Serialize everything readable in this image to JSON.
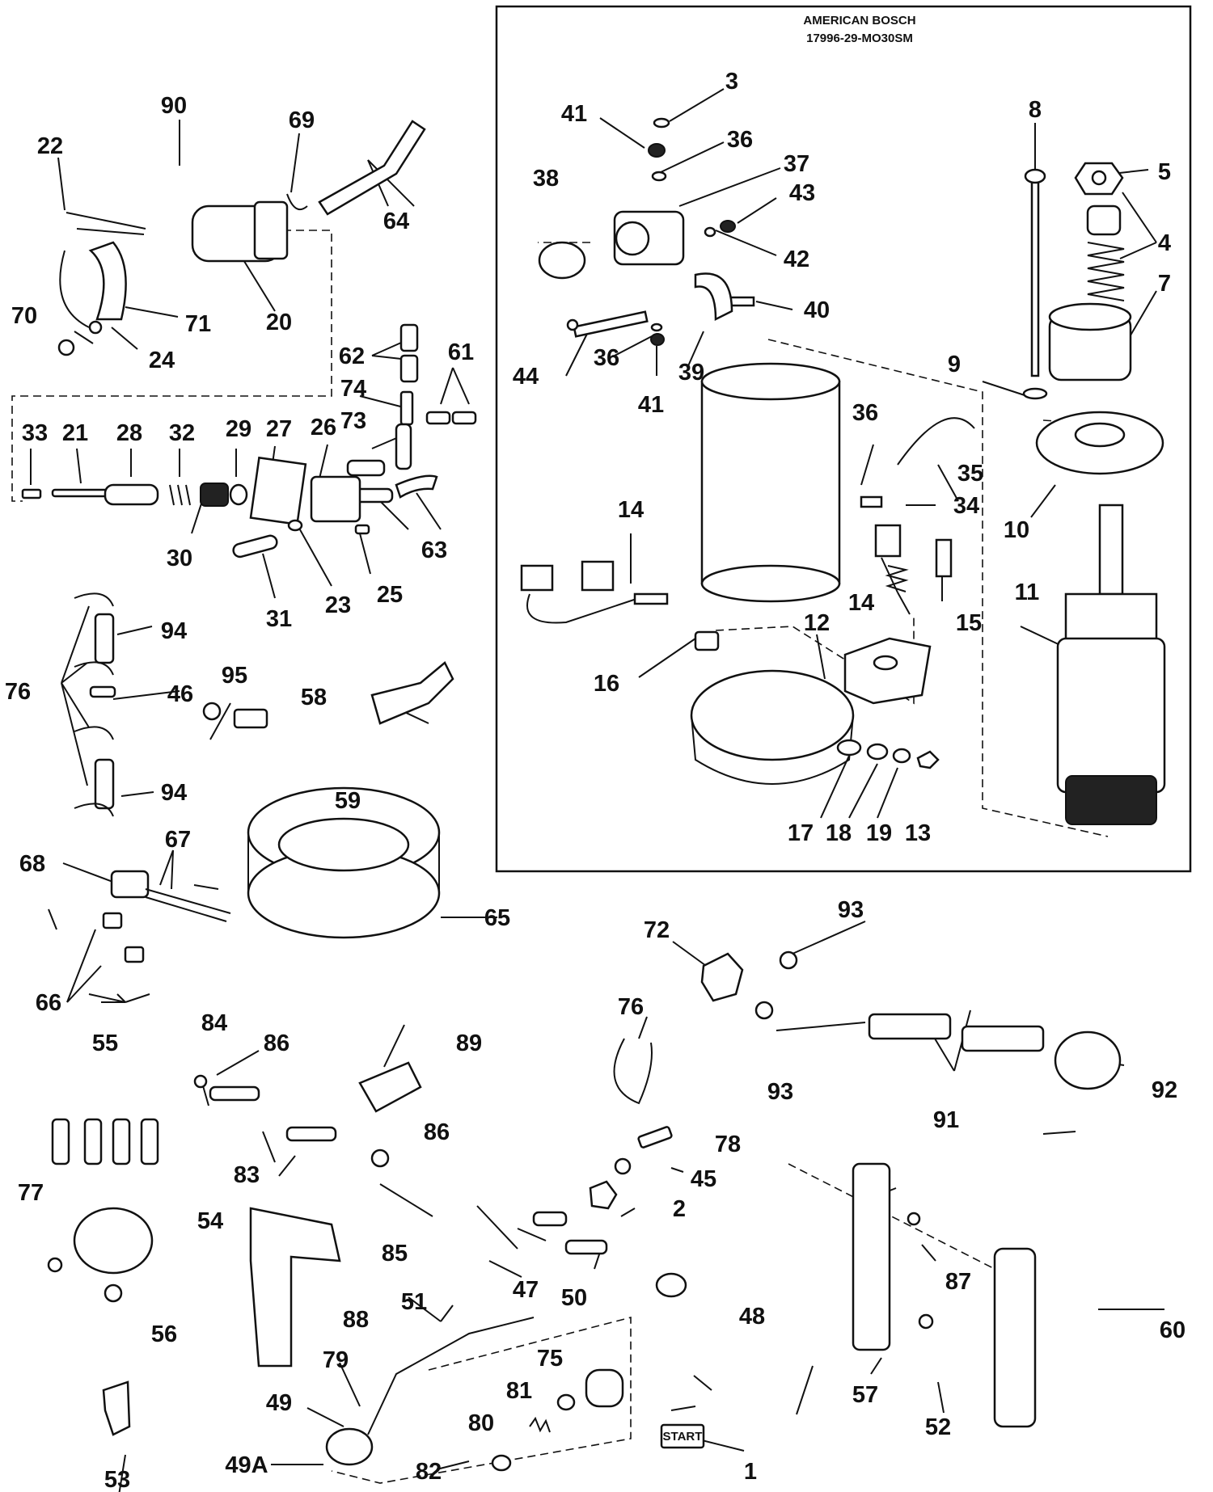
{
  "header": {
    "line1": "AMERICAN BOSCH",
    "line2": "17996-29-MO30SM"
  },
  "stamp": "START",
  "parts": [
    {
      "id": "p3",
      "text": "3"
    },
    {
      "id": "p41a",
      "text": "41"
    },
    {
      "id": "p36a",
      "text": "36"
    },
    {
      "id": "p38",
      "text": "38"
    },
    {
      "id": "p37",
      "text": "37"
    },
    {
      "id": "p43",
      "text": "43"
    },
    {
      "id": "p42",
      "text": "42"
    },
    {
      "id": "p40",
      "text": "40"
    },
    {
      "id": "p44",
      "text": "44"
    },
    {
      "id": "p36b",
      "text": "36"
    },
    {
      "id": "p41b",
      "text": "41"
    },
    {
      "id": "p39",
      "text": "39"
    },
    {
      "id": "p8",
      "text": "8"
    },
    {
      "id": "p5",
      "text": "5"
    },
    {
      "id": "p4",
      "text": "4"
    },
    {
      "id": "p7",
      "text": "7"
    },
    {
      "id": "p9",
      "text": "9"
    },
    {
      "id": "p10",
      "text": "10"
    },
    {
      "id": "p11",
      "text": "11"
    },
    {
      "id": "p36c",
      "text": "36"
    },
    {
      "id": "p35",
      "text": "35"
    },
    {
      "id": "p34",
      "text": "34"
    },
    {
      "id": "p14a",
      "text": "14"
    },
    {
      "id": "p14b",
      "text": "14"
    },
    {
      "id": "p15",
      "text": "15"
    },
    {
      "id": "p12",
      "text": "12"
    },
    {
      "id": "p16",
      "text": "16"
    },
    {
      "id": "p17",
      "text": "17"
    },
    {
      "id": "p18",
      "text": "18"
    },
    {
      "id": "p19",
      "text": "19"
    },
    {
      "id": "p13",
      "text": "13"
    },
    {
      "id": "p90",
      "text": "90"
    },
    {
      "id": "p69",
      "text": "69"
    },
    {
      "id": "p22",
      "text": "22"
    },
    {
      "id": "p64",
      "text": "64"
    },
    {
      "id": "p71",
      "text": "71"
    },
    {
      "id": "p20",
      "text": "20"
    },
    {
      "id": "p70",
      "text": "70"
    },
    {
      "id": "p24",
      "text": "24"
    },
    {
      "id": "p62",
      "text": "62"
    },
    {
      "id": "p61",
      "text": "61"
    },
    {
      "id": "p74",
      "text": "74"
    },
    {
      "id": "p73",
      "text": "73"
    },
    {
      "id": "p33",
      "text": "33"
    },
    {
      "id": "p21",
      "text": "21"
    },
    {
      "id": "p28",
      "text": "28"
    },
    {
      "id": "p32",
      "text": "32"
    },
    {
      "id": "p29",
      "text": "29"
    },
    {
      "id": "p27",
      "text": "27"
    },
    {
      "id": "p26",
      "text": "26"
    },
    {
      "id": "p30",
      "text": "30"
    },
    {
      "id": "p63",
      "text": "63"
    },
    {
      "id": "p31",
      "text": "31"
    },
    {
      "id": "p23",
      "text": "23"
    },
    {
      "id": "p25",
      "text": "25"
    },
    {
      "id": "p94a",
      "text": "94"
    },
    {
      "id": "p76a",
      "text": "76"
    },
    {
      "id": "p46",
      "text": "46"
    },
    {
      "id": "p95",
      "text": "95"
    },
    {
      "id": "p58",
      "text": "58"
    },
    {
      "id": "p94b",
      "text": "94"
    },
    {
      "id": "p59",
      "text": "59"
    },
    {
      "id": "p67",
      "text": "67"
    },
    {
      "id": "p68",
      "text": "68"
    },
    {
      "id": "p65",
      "text": "65"
    },
    {
      "id": "p66",
      "text": "66"
    },
    {
      "id": "p72",
      "text": "72"
    },
    {
      "id": "p93a",
      "text": "93"
    },
    {
      "id": "p76b",
      "text": "76"
    },
    {
      "id": "p93b",
      "text": "93"
    },
    {
      "id": "p92",
      "text": "92"
    },
    {
      "id": "p91",
      "text": "91"
    },
    {
      "id": "p55",
      "text": "55"
    },
    {
      "id": "p84",
      "text": "84"
    },
    {
      "id": "p86a",
      "text": "86"
    },
    {
      "id": "p89",
      "text": "89"
    },
    {
      "id": "p86b",
      "text": "86"
    },
    {
      "id": "p83",
      "text": "83"
    },
    {
      "id": "p85",
      "text": "85"
    },
    {
      "id": "p78",
      "text": "78"
    },
    {
      "id": "p45",
      "text": "45"
    },
    {
      "id": "p2",
      "text": "2"
    },
    {
      "id": "p77",
      "text": "77"
    },
    {
      "id": "p54",
      "text": "54"
    },
    {
      "id": "p56",
      "text": "56"
    },
    {
      "id": "p47",
      "text": "47"
    },
    {
      "id": "p48",
      "text": "48"
    },
    {
      "id": "p88",
      "text": "88"
    },
    {
      "id": "p51",
      "text": "51"
    },
    {
      "id": "p50",
      "text": "50"
    },
    {
      "id": "p87",
      "text": "87"
    },
    {
      "id": "p75",
      "text": "75"
    },
    {
      "id": "p79",
      "text": "79"
    },
    {
      "id": "p60",
      "text": "60"
    },
    {
      "id": "p81",
      "text": "81"
    },
    {
      "id": "p49",
      "text": "49"
    },
    {
      "id": "p57",
      "text": "57"
    },
    {
      "id": "p52",
      "text": "52"
    },
    {
      "id": "p80",
      "text": "80"
    },
    {
      "id": "p49A",
      "text": "49A"
    },
    {
      "id": "p1",
      "text": "1"
    },
    {
      "id": "p82",
      "text": "82"
    },
    {
      "id": "p53",
      "text": "53"
    }
  ]
}
